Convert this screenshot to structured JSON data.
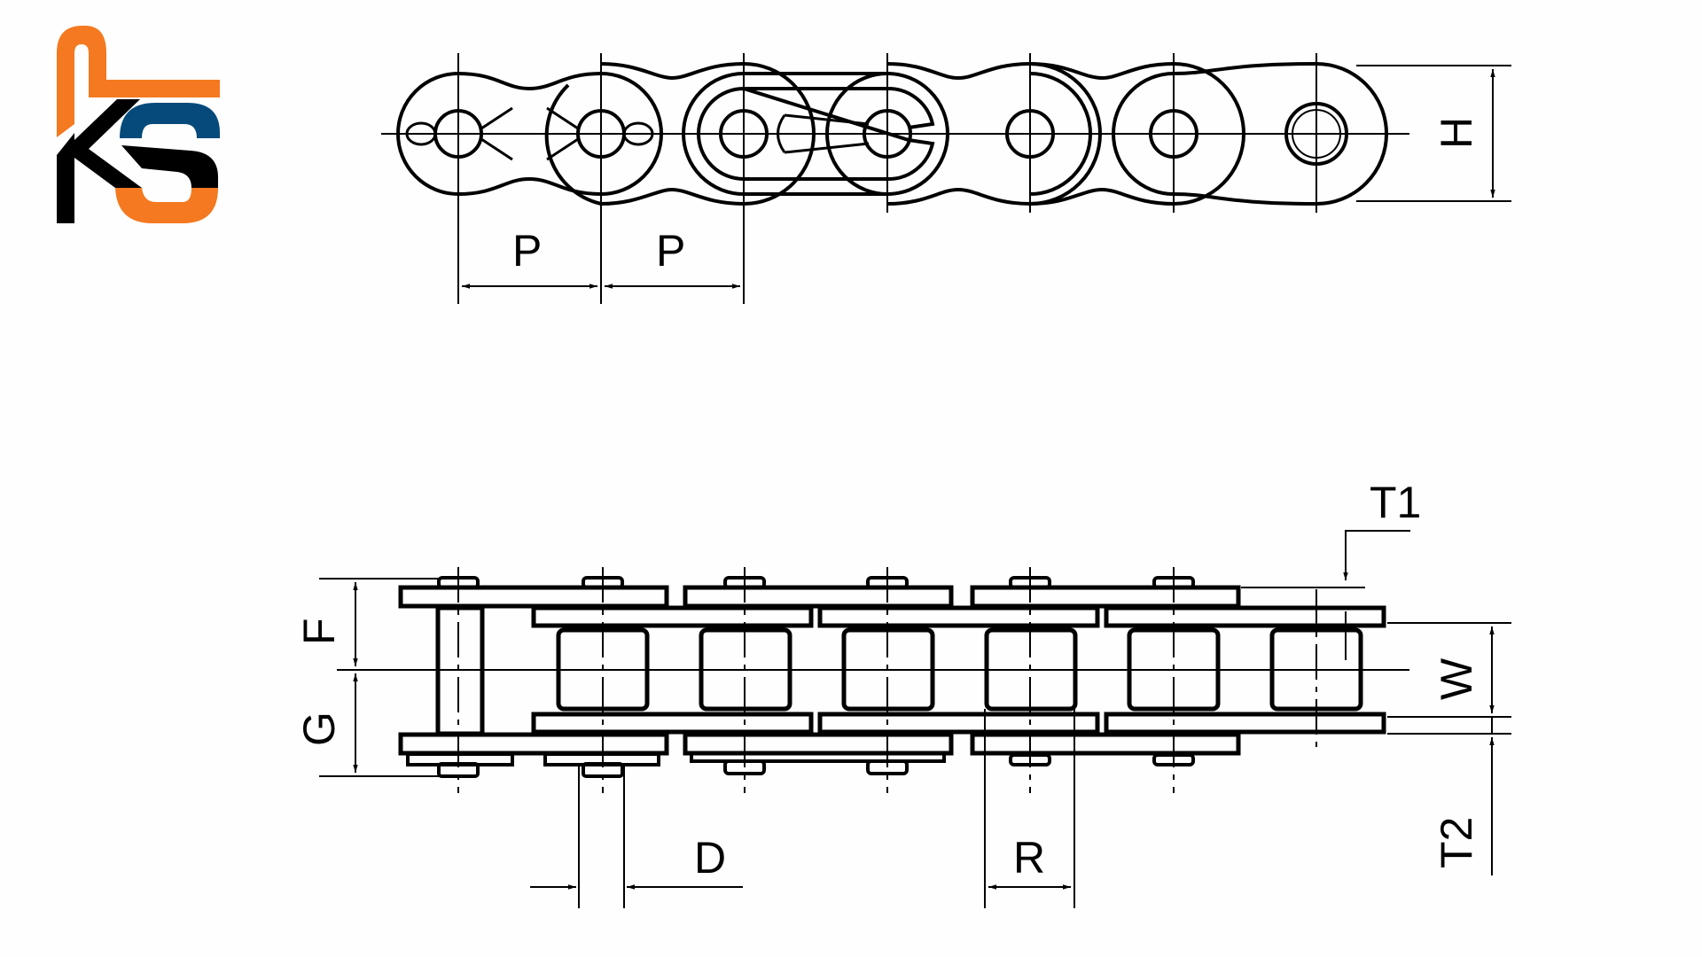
{
  "logo": {
    "text": "KS",
    "colors": {
      "orange": "#f47920",
      "blue": "#054a7a",
      "black": "#000000"
    }
  },
  "drawing": {
    "stroke_color": "#000000",
    "background": "#fefefe",
    "top_view": {
      "title": "Roller chain side view",
      "pin_centers_x": [
        517,
        678,
        839,
        1001,
        1162,
        1324,
        1485
      ],
      "dimensions": {
        "pitch_1": "P",
        "pitch_2": "P",
        "height": "H"
      }
    },
    "bottom_view": {
      "title": "Roller chain top view",
      "dimensions": {
        "f": "F",
        "g": "G",
        "d": "D",
        "r": "R",
        "t1": "T1",
        "w": "W",
        "t2": "T2"
      }
    }
  }
}
